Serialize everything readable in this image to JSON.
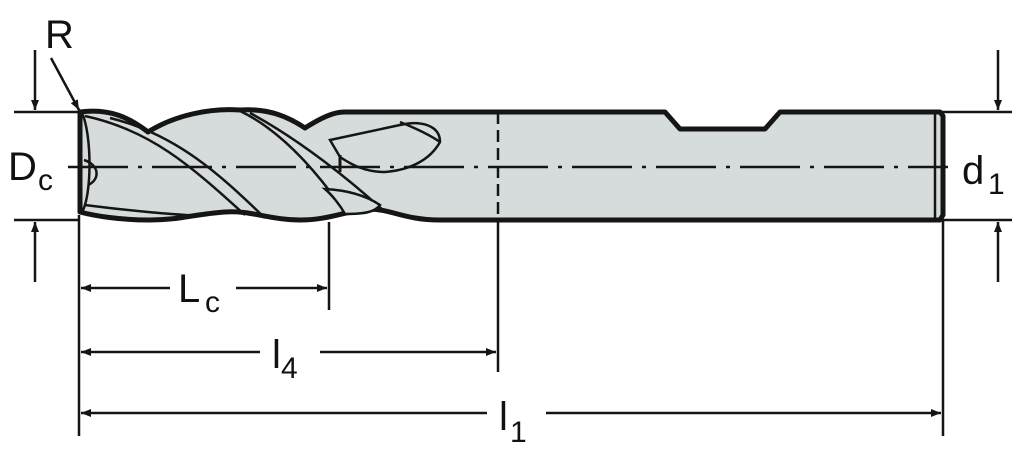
{
  "diagram": {
    "title": "End mill dimension drawing",
    "colors": {
      "body_fill": "#d6dcdc",
      "line": "#151515",
      "background": "#ffffff"
    },
    "labels": {
      "radius": "R",
      "cutting_diameter_main": "D",
      "cutting_diameter_sub": "c",
      "shank_diameter_main": "d",
      "shank_diameter_sub": "1",
      "cutting_length_main": "L",
      "cutting_length_sub": "c",
      "neck_length_main": "l",
      "neck_length_sub": "4",
      "overall_length_main": "l",
      "overall_length_sub": "1"
    }
  }
}
